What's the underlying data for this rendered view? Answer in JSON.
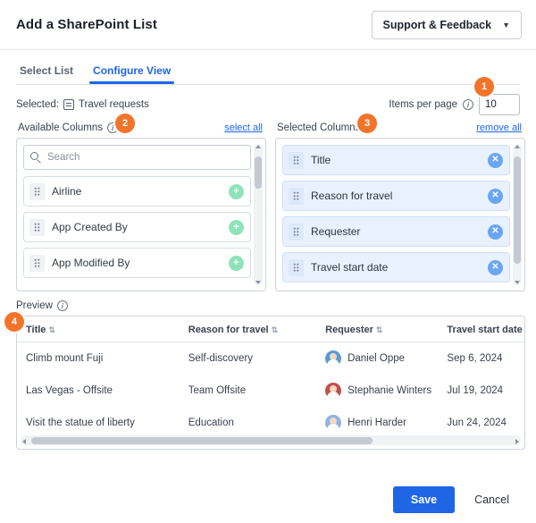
{
  "header": {
    "title": "Add a SharePoint List",
    "support_button": "Support & Feedback",
    "chevron": "chevron-down-icon"
  },
  "tabs": [
    {
      "label": "Select List",
      "active": false
    },
    {
      "label": "Configure View",
      "active": true
    }
  ],
  "selected_list": {
    "label": "Selected:",
    "name": "Travel requests"
  },
  "items_per_page": {
    "label": "Items per page",
    "value": "10",
    "info_icon": "info-icon"
  },
  "available_columns": {
    "title": "Available Columns",
    "info_icon": "info-icon",
    "action_link": "select all",
    "search_placeholder": "Search",
    "items": [
      {
        "label": "Airline"
      },
      {
        "label": "App Created By"
      },
      {
        "label": "App Modified By"
      }
    ]
  },
  "selected_columns": {
    "title": "Selected Columns",
    "action_link": "remove all",
    "items": [
      {
        "label": "Title"
      },
      {
        "label": "Reason for travel"
      },
      {
        "label": "Requester"
      },
      {
        "label": "Travel start date"
      }
    ]
  },
  "preview": {
    "title": "Preview",
    "info_icon": "info-icon",
    "columns": [
      "Title",
      "Reason for travel",
      "Requester",
      "Travel start date"
    ],
    "rows": [
      {
        "title": "Climb mount Fuji",
        "reason": "Self-discovery",
        "requester": "Daniel Oppe",
        "date": "Sep 6, 2024",
        "avatar_color": "#5b9bd5"
      },
      {
        "title": "Las Vegas - Offsite",
        "reason": "Team Offsite",
        "requester": "Stephanie Winters",
        "date": "Jul 19, 2024",
        "avatar_color": "#c0504d"
      },
      {
        "title": "Visit the statue of liberty",
        "reason": "Education",
        "requester": "Henri Harder",
        "date": "Jun 24, 2024",
        "avatar_color": "#8eb4e3"
      }
    ]
  },
  "footer": {
    "save": "Save",
    "cancel": "Cancel"
  },
  "callouts": [
    {
      "number": "1"
    },
    {
      "number": "2"
    },
    {
      "number": "3"
    },
    {
      "number": "4"
    }
  ],
  "colors": {
    "accent": "#1e66e6",
    "callout": "#f2742a",
    "add": "#8fe3bb",
    "remove": "#6aa6f2"
  }
}
